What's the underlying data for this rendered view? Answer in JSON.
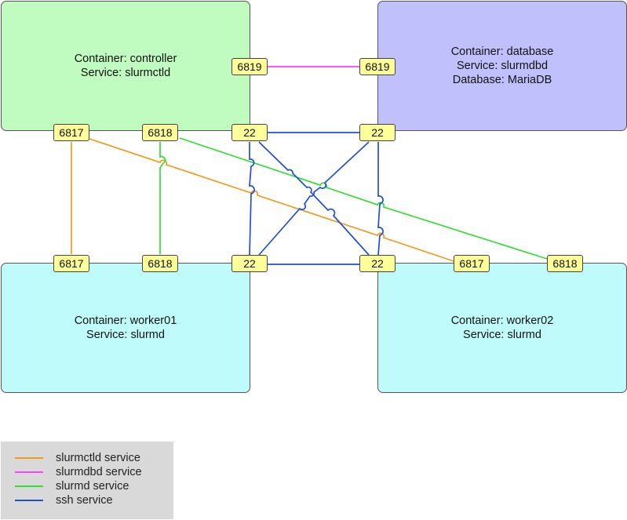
{
  "containers": {
    "controller": {
      "lines": [
        "Container: controller",
        "Service: slurmctld"
      ],
      "color": "#c0fbc0"
    },
    "database": {
      "lines": [
        "Container: database",
        "Service: slurmdbd",
        "Database: MariaDB"
      ],
      "color": "#c0c0fd"
    },
    "worker01": {
      "lines": [
        "Container: worker01",
        "Service: slurmd"
      ],
      "color": "#c0fbfc"
    },
    "worker02": {
      "lines": [
        "Container: worker02",
        "Service: slurmd"
      ],
      "color": "#c0fbfc"
    }
  },
  "ports": {
    "controller_6819": "6819",
    "database_6819": "6819",
    "controller_6817": "6817",
    "controller_6818": "6818",
    "controller_22": "22",
    "database_22": "22",
    "worker01_6817": "6817",
    "worker01_6818": "6818",
    "worker01_22": "22",
    "worker02_22": "22",
    "worker02_6817": "6817",
    "worker02_6818": "6818"
  },
  "connections": [
    {
      "from": "controller:6819",
      "to": "database:6819",
      "service": "slurmdbd"
    },
    {
      "from": "controller:6817",
      "to": "worker01:6817",
      "service": "slurmctld"
    },
    {
      "from": "controller:6817",
      "to": "worker02:6817",
      "service": "slurmctld"
    },
    {
      "from": "controller:6818",
      "to": "worker01:6818",
      "service": "slurmd"
    },
    {
      "from": "controller:6818",
      "to": "worker02:6818",
      "service": "slurmd"
    },
    {
      "from": "controller:22",
      "to": "database:22",
      "service": "ssh"
    },
    {
      "from": "controller:22",
      "to": "worker01:22",
      "service": "ssh"
    },
    {
      "from": "controller:22",
      "to": "worker02:22",
      "service": "ssh"
    },
    {
      "from": "database:22",
      "to": "worker01:22",
      "service": "ssh"
    },
    {
      "from": "database:22",
      "to": "worker02:22",
      "service": "ssh"
    },
    {
      "from": "worker01:22",
      "to": "worker02:22",
      "service": "ssh"
    }
  ],
  "legend": {
    "items": [
      {
        "label": "slurmctld service",
        "color": "#f39a1e"
      },
      {
        "label": "slurmdbd service",
        "color": "#ff40ff"
      },
      {
        "label": "slurmd service",
        "color": "#33dd33"
      },
      {
        "label": "ssh service",
        "color": "#1f4fd6"
      }
    ]
  }
}
